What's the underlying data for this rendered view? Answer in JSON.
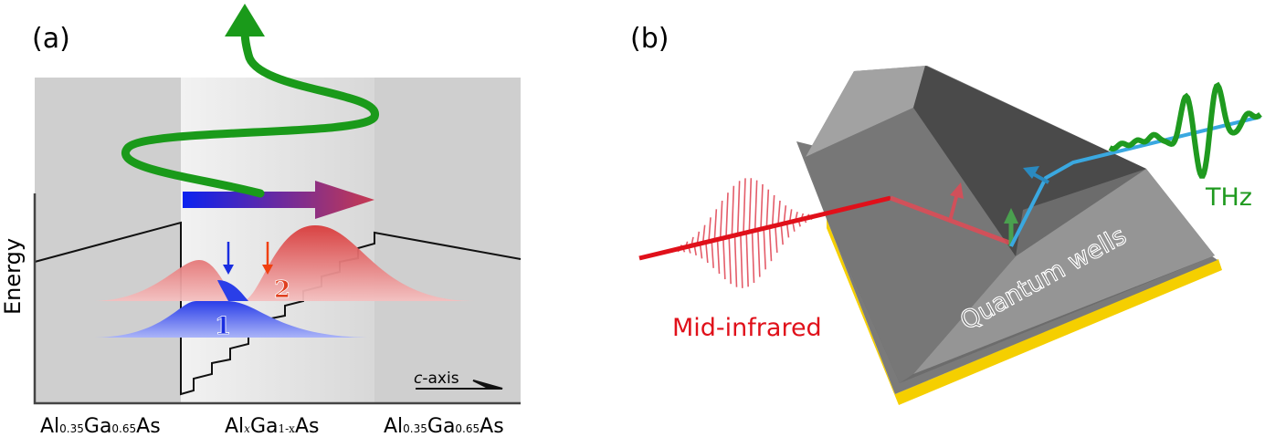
{
  "panel_a": {
    "label": "(a)",
    "y_axis_label": "Energy",
    "axis_label_prefix": "c",
    "axis_label_suffix": "-axis",
    "state_1": "1",
    "state_2": "2",
    "layers": [
      {
        "base": "Al",
        "sub1": "0.35",
        "mid": "Ga",
        "sub2": "0.65",
        "end": "As"
      },
      {
        "base": "Al",
        "sub1": "x",
        "mid": "Ga",
        "sub2": "1-x",
        "end": "As"
      },
      {
        "base": "Al",
        "sub1": "0.35",
        "mid": "Ga",
        "sub2": "0.65",
        "end": "As"
      }
    ],
    "colors": {
      "state1": "#1a2ee0",
      "state2": "#d83a3a",
      "thz": "#1a9a1a"
    }
  },
  "panel_b": {
    "label": "(b)",
    "mid_infrared_label": "Mid-infrared",
    "thz_label": "THz",
    "quantum_wells_label": "Quantum wells",
    "colors": {
      "mid_infrared": "#e0101a",
      "thz": "#1f9a1f",
      "substrate": "#f5cf00"
    }
  }
}
